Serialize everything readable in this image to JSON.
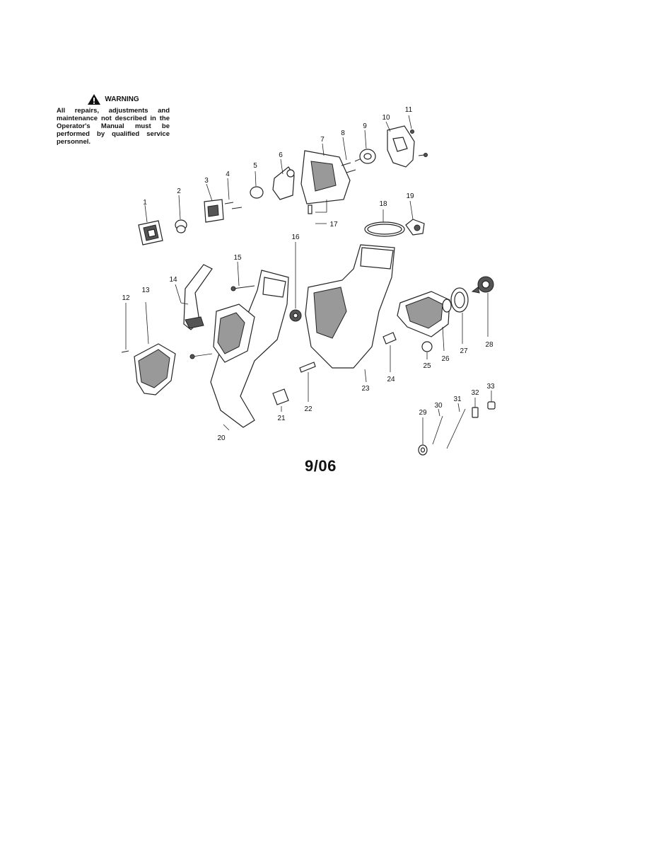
{
  "warning": {
    "icon": "warning-triangle-icon",
    "title": "WARNING",
    "text": "All repairs, adjustments and maintenance not described in the Operator's Manual must be performed by qualified service personnel."
  },
  "footer": {
    "date_code": "9/06"
  },
  "parts": {
    "p1": "1",
    "p2": "2",
    "p3": "3",
    "p4": "4",
    "p5": "5",
    "p6": "6",
    "p7": "7",
    "p8": "8",
    "p9": "9",
    "p10": "10",
    "p11": "11",
    "p12": "12",
    "p13": "13",
    "p14": "14",
    "p15": "15",
    "p16": "16",
    "p17": "17",
    "p18": "18",
    "p19": "19",
    "p20": "20",
    "p21": "21",
    "p22": "22",
    "p23": "23",
    "p24": "24",
    "p25": "25",
    "p26": "26",
    "p27": "27",
    "p28": "28",
    "p29": "29",
    "p30": "30",
    "p31": "31",
    "p32": "32",
    "p33": "33"
  }
}
